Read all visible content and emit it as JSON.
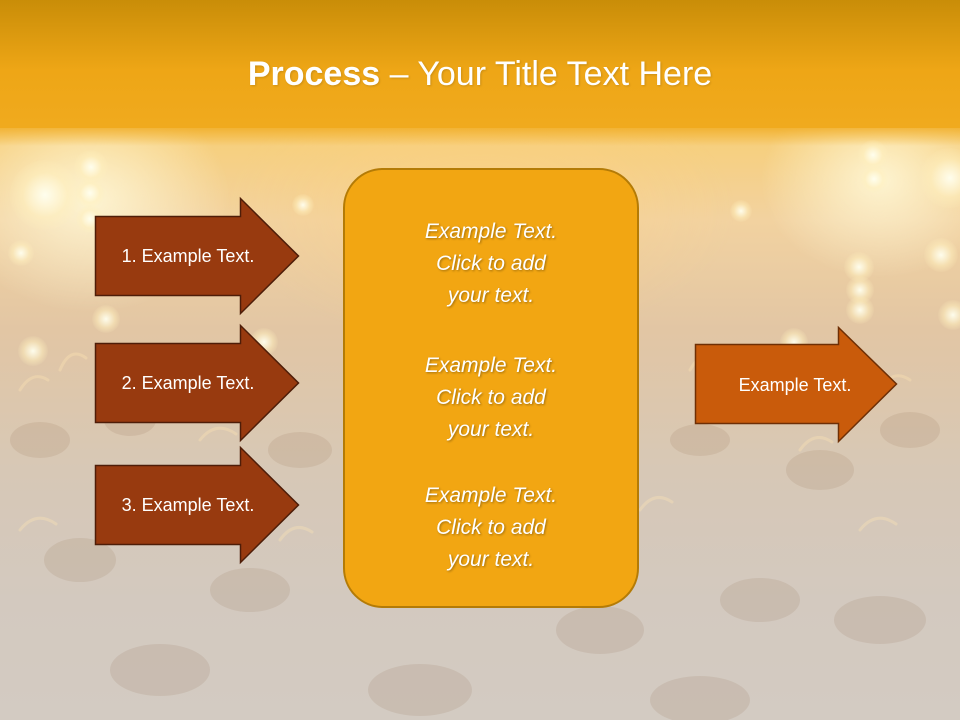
{
  "slide": {
    "title_bold": "Process",
    "title_rest": " – Your Title Text Here"
  },
  "input_arrows": [
    {
      "label": "1. Example Text."
    },
    {
      "label": "2. Example Text."
    },
    {
      "label": "3. Example Text."
    }
  ],
  "center_box": {
    "blocks": [
      {
        "lines": [
          "Example Text.",
          "Click  to add",
          "your text."
        ]
      },
      {
        "lines": [
          "Example Text.",
          "Click  to add",
          "your text."
        ]
      },
      {
        "lines": [
          "Example Text.",
          "Click  to add",
          "your text."
        ]
      }
    ]
  },
  "output_arrow": {
    "label": "Example Text."
  },
  "colors": {
    "title_band": "#eea616",
    "input_arrow_fill": "#983a0f",
    "output_arrow_fill": "#c95b0b",
    "center_box_fill": "#f2a612"
  }
}
